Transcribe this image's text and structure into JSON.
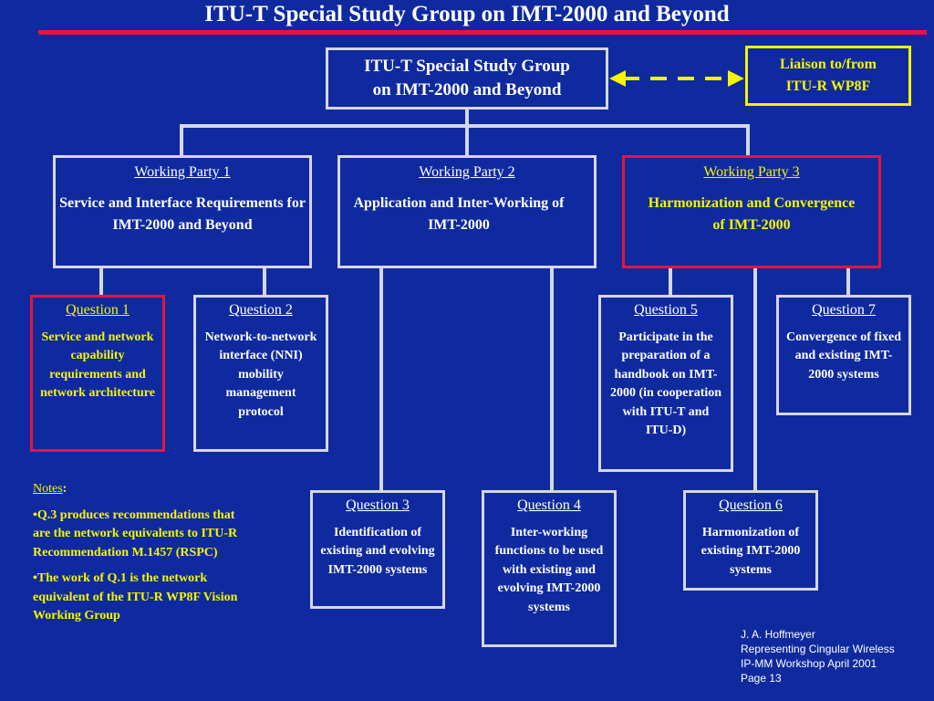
{
  "title": "ITU-T Special Study Group on IMT-2000 and Beyond",
  "main_box": {
    "line1": "ITU-T Special Study Group",
    "line2": "on IMT-2000 and Beyond"
  },
  "liaison": {
    "line1": "Liaison to/from",
    "line2": "ITU-R WP8F"
  },
  "working_parties": [
    {
      "head": "Working Party 1",
      "desc": "Service and Interface Requirements for IMT-2000 and Beyond"
    },
    {
      "head": "Working Party 2",
      "desc": "Application and Inter-Working of IMT-2000"
    },
    {
      "head": "Working Party 3",
      "desc": "Harmonization and Convergence of IMT-2000"
    }
  ],
  "questions": [
    {
      "head": "Question 1",
      "desc": "Service and network capability requirements and network architecture"
    },
    {
      "head": "Question 2",
      "desc": "Network-to-network interface (NNI) mobility management protocol"
    },
    {
      "head": "Question 3",
      "desc": "Identification of existing and evolving IMT-2000 systems"
    },
    {
      "head": "Question 4",
      "desc": "Inter-working functions to be used with existing and evolving IMT-2000 systems"
    },
    {
      "head": "Question 5",
      "desc": "Participate in the preparation of a handbook on IMT-2000 (in cooperation with ITU-T and ITU-D)"
    },
    {
      "head": "Question 6",
      "desc": "Harmonization of existing IMT-2000 systems"
    },
    {
      "head": "Question 7",
      "desc": "Convergence of fixed and existing IMT-2000 systems"
    }
  ],
  "notes": {
    "heading": "Notes",
    "colon": ":",
    "items": [
      "•Q.3 produces recommendations that are the network equivalents to ITU-R Recommendation M.1457 (RSPC)",
      "•The work of Q.1 is the network equivalent of the ITU-R WP8F Vision Working Group"
    ]
  },
  "credit": [
    "J. A. Hoffmeyer",
    "Representing Cingular Wireless",
    "IP-MM Workshop April 2001",
    "Page 13"
  ],
  "colors": {
    "background": "#0f2a9e",
    "box_border": "#d6d6e6",
    "highlight_border": "#e8143c",
    "highlight_text": "#f5f500",
    "title_rule": "#e8143c"
  }
}
